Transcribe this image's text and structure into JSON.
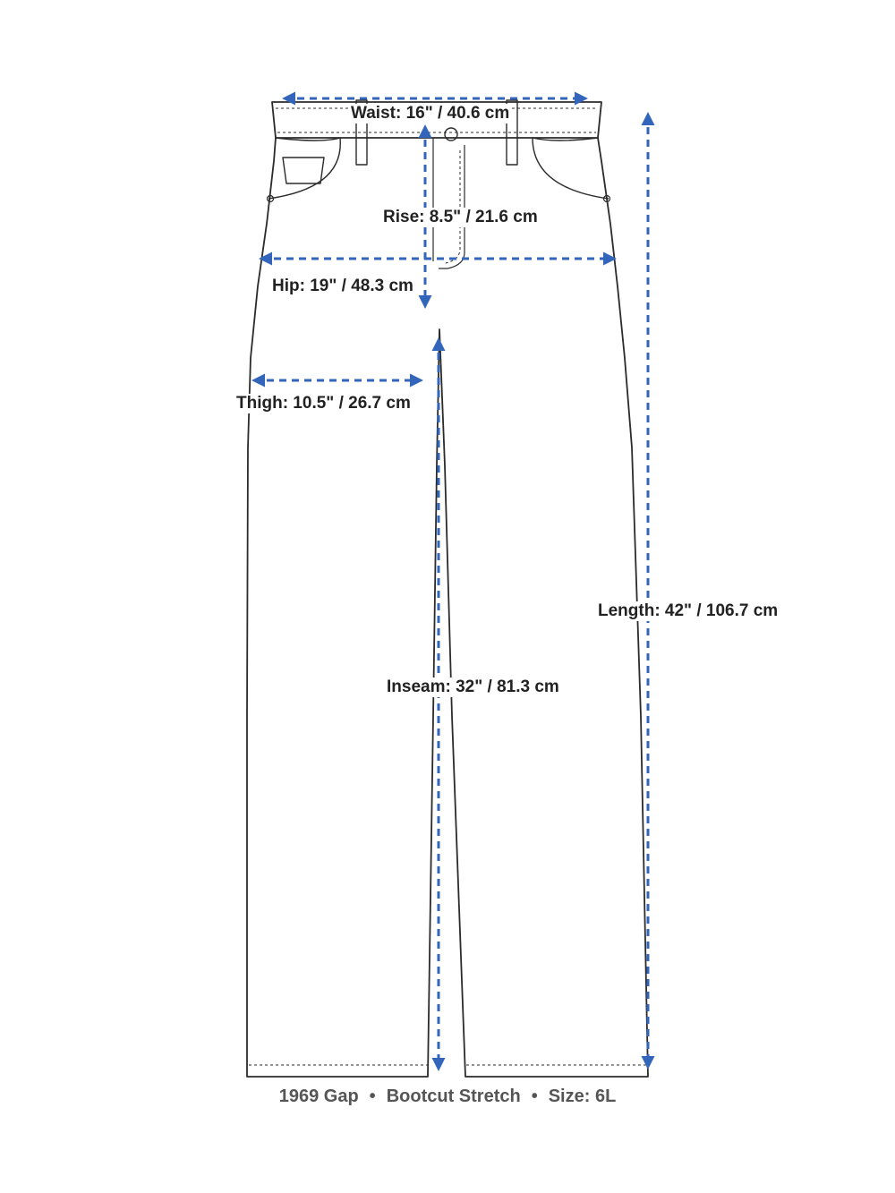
{
  "colors": {
    "outline": "#2b2b2b",
    "arrow": "#3366bb",
    "label_text": "#222222",
    "footer_text": "#555555"
  },
  "measurements": {
    "waist": "Waist: 16\" / 40.6 cm",
    "rise": "Rise: 8.5\" / 21.6 cm",
    "hip": "Hip: 19\" / 48.3 cm",
    "thigh": "Thigh: 10.5\" / 26.7 cm",
    "length": "Length: 42\" / 106.7 cm",
    "inseam": "Inseam: 32\" / 81.3 cm"
  },
  "footer": {
    "brand": "1969 Gap",
    "style": "Bootcut Stretch",
    "size": "Size: 6L",
    "separator": "•"
  }
}
